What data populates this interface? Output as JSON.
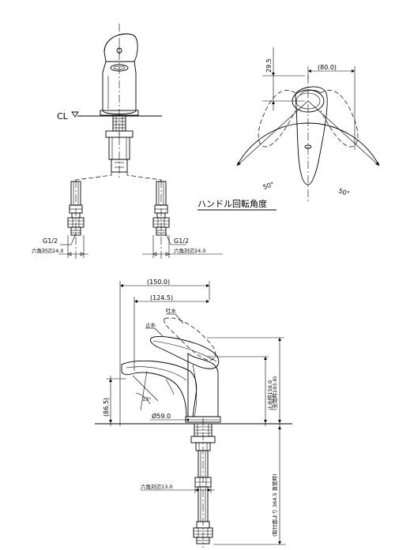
{
  "top_view": {
    "cl_label": "CL",
    "thread_left": "G1/2",
    "thread_right": "G1/2",
    "hex_left": "六角対辺24.0",
    "hex_right": "六角対辺24.0"
  },
  "handle_view": {
    "dim_height": "29.5",
    "dim_width": "(80.0)",
    "angle_left": "50°",
    "angle_right": "50°",
    "caption": "ハンドル回転角度"
  },
  "side_view": {
    "dim_total_width": "(150.0)",
    "dim_spout_width": "(124.5)",
    "label_supply": "吐水",
    "label_stop": "止水",
    "dim_spout_height": "(86.5)",
    "angle_spout": "13°",
    "dim_base_dia": "Ø59.0",
    "dim_open_height": "(全開時193.0)",
    "dim_close_height": "止水時158.0",
    "hex_lower": "六角対辺13.0",
    "dim_total_length": "(取付面より 364.5 直管時)"
  }
}
